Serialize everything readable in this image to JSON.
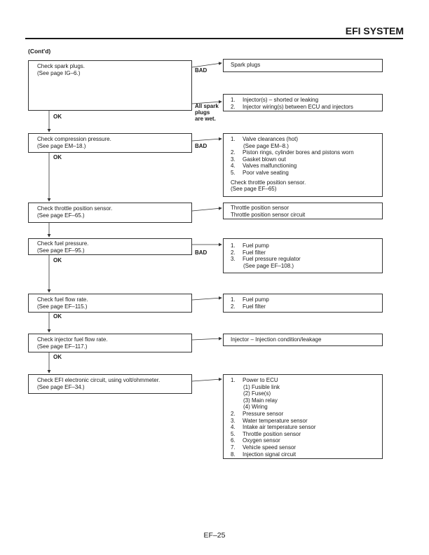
{
  "header": {
    "title": "EFI SYSTEM",
    "contd": "(Cont'd)"
  },
  "steps": [
    {
      "lines": [
        "Check spark plugs.",
        "(See page IG–6.)"
      ]
    },
    {
      "lines": [
        "Check compression pressure.",
        "(See page EM–18.)"
      ]
    },
    {
      "lines": [
        "Check throttle position sensor.",
        "(See page EF–65.)"
      ]
    },
    {
      "lines": [
        "Check fuel pressure.",
        "(See page EF–95.)"
      ]
    },
    {
      "lines": [
        "Check fuel flow rate.",
        "(See page EF–115.)"
      ]
    },
    {
      "lines": [
        "Check injector fuel flow rate.",
        "(See page EF–117.)"
      ]
    },
    {
      "lines": [
        "Check EFI electronic circuit, using volt/ohmmeter.",
        "(See page EF–34.)"
      ]
    }
  ],
  "labels": {
    "bad": "BAD",
    "ok": "OK",
    "all_spark": [
      "All spark",
      "plugs",
      "are wet."
    ]
  },
  "results": {
    "spark_plugs": "Spark plugs",
    "injectors": [
      {
        "num": "1.",
        "text": "Injector(s) – shorted or leaking"
      },
      {
        "num": "2.",
        "text": "Injector wiring(s) between ECU and injectors"
      }
    ],
    "compression": [
      {
        "num": "1.",
        "text": "Valve clearances (hot)",
        "sub": "(See page EM–8.)"
      },
      {
        "num": "2.",
        "text": "Piston rings, cylinder bores and pistons worn"
      },
      {
        "num": "3.",
        "text": "Gasket blown out"
      },
      {
        "num": "4.",
        "text": "Valves malfunctioning"
      },
      {
        "num": "5.",
        "text": "Poor valve seating"
      }
    ],
    "compression_note": [
      "Check throttle position sensor.",
      "(See page EF–65)"
    ],
    "throttle": [
      "Throttle position sensor",
      "Throttle position sensor circuit"
    ],
    "fuel_pressure": [
      {
        "num": "1.",
        "text": "Fuel pump"
      },
      {
        "num": "2.",
        "text": "Fuel filter"
      },
      {
        "num": "3.",
        "text": "Fuel pressure regulator",
        "sub": "(See page EF–108.)"
      }
    ],
    "fuel_flow": [
      {
        "num": "1.",
        "text": "Fuel pump"
      },
      {
        "num": "2.",
        "text": "Fuel filter"
      }
    ],
    "injector_flow": "Injector – Injection condition/leakage",
    "efi_circuit": [
      {
        "num": "1.",
        "text": "Power to ECU",
        "subs": [
          "(1)  Fusible link",
          "(2)  Fuse(s)",
          "(3)  Main relay",
          "(4)  Wiring"
        ]
      },
      {
        "num": "2.",
        "text": "Pressure sensor"
      },
      {
        "num": "3.",
        "text": "Water temperature sensor"
      },
      {
        "num": "4.",
        "text": "Intake air temperature sensor"
      },
      {
        "num": "5.",
        "text": "Throttle position sensor"
      },
      {
        "num": "6.",
        "text": "Oxygen sensor"
      },
      {
        "num": "7.",
        "text": "Vehicle speed sensor"
      },
      {
        "num": "8.",
        "text": "Injection signal circuit"
      }
    ]
  },
  "footer": {
    "page": "EF–25"
  }
}
